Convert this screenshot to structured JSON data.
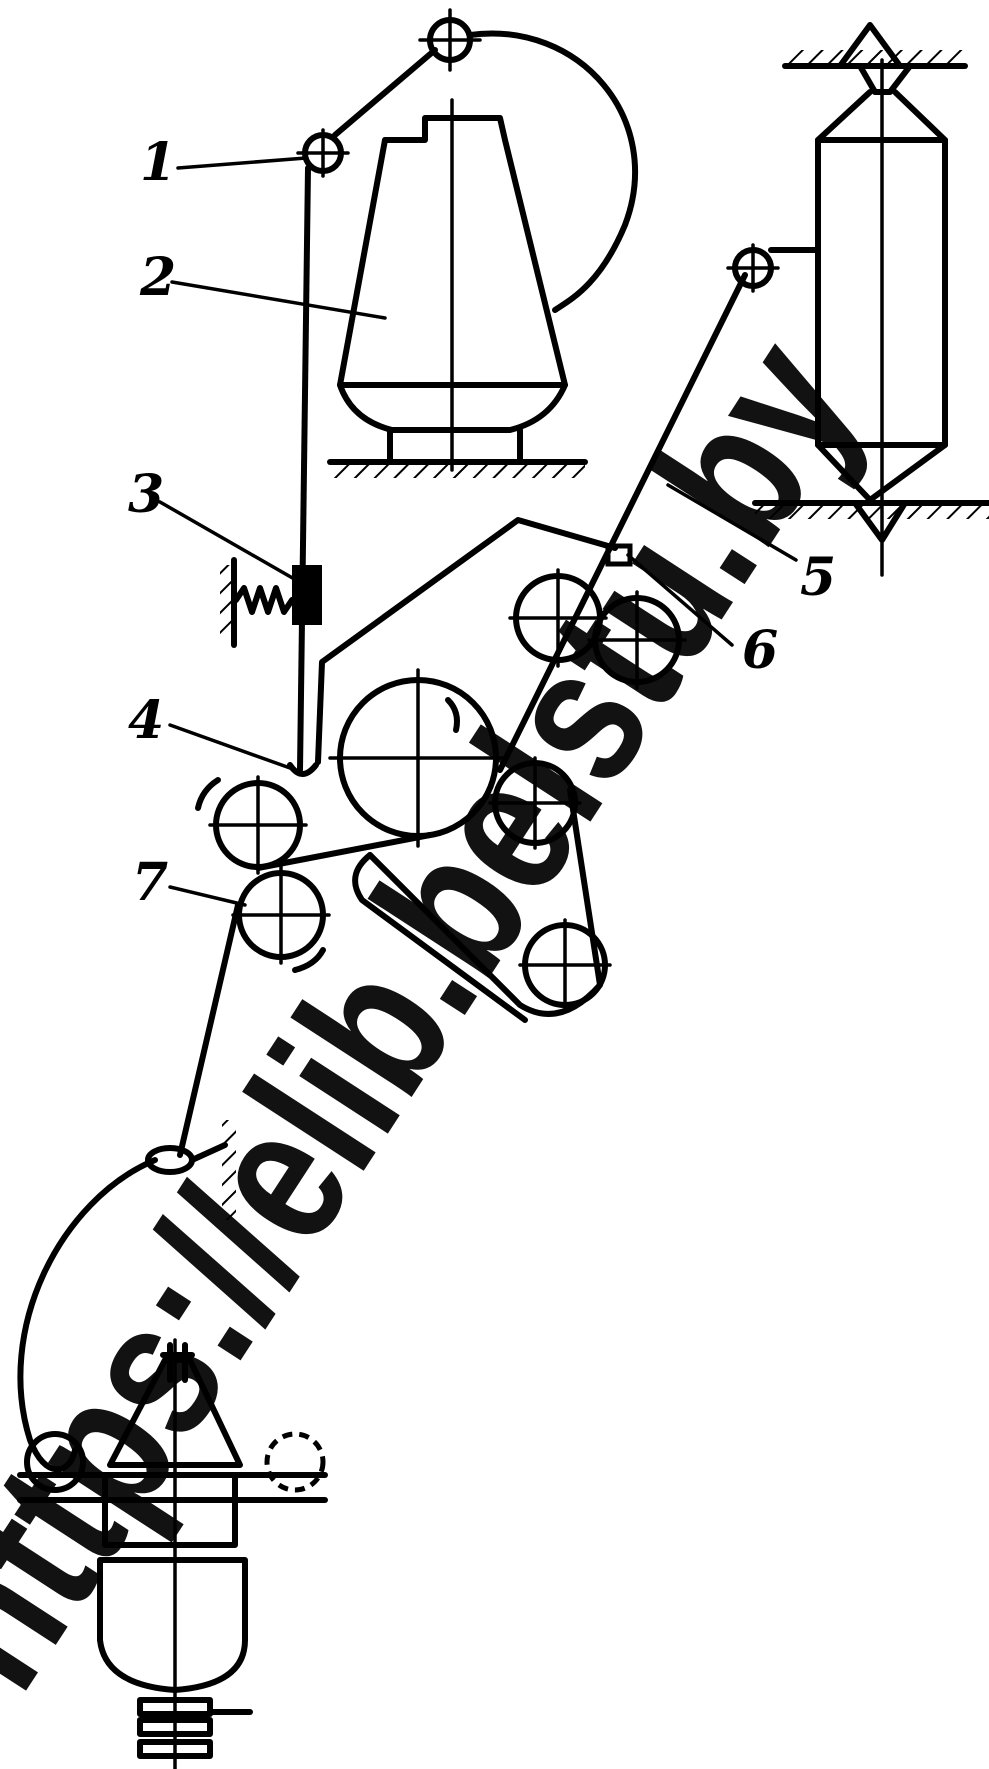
{
  "diagram": {
    "callouts": [
      {
        "id": "1",
        "text": "1"
      },
      {
        "id": "2",
        "text": "2"
      },
      {
        "id": "3",
        "text": "3"
      },
      {
        "id": "4",
        "text": "4"
      },
      {
        "id": "5",
        "text": "5"
      },
      {
        "id": "6",
        "text": "6"
      },
      {
        "id": "7",
        "text": "7"
      }
    ]
  },
  "watermark": {
    "text": "https://elib.belstu.by"
  },
  "colors": {
    "ink": "#000000",
    "paper": "#ffffff"
  }
}
